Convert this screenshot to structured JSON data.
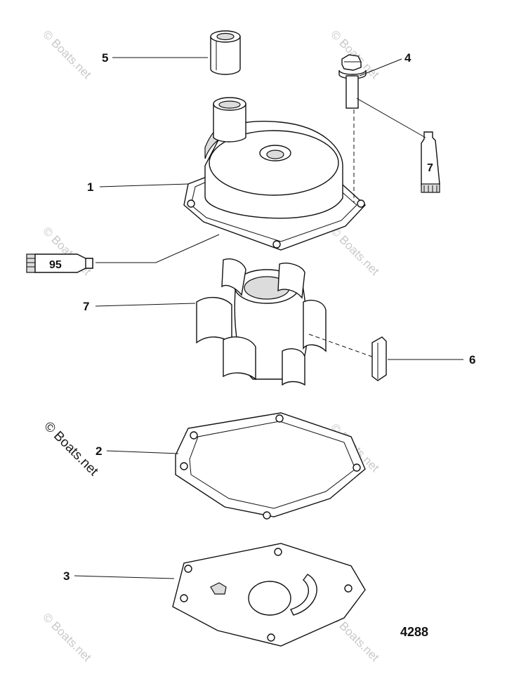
{
  "callouts": [
    {
      "label": "5"
    },
    {
      "label": "4"
    },
    {
      "label": "1"
    },
    {
      "label": "7"
    },
    {
      "label": "6"
    },
    {
      "label": "2"
    },
    {
      "label": "3"
    }
  ],
  "tubes": {
    "sealant_label": "7",
    "grease_label": "95"
  },
  "figure_number": "4288",
  "watermark": {
    "text": "© Boats.net"
  }
}
